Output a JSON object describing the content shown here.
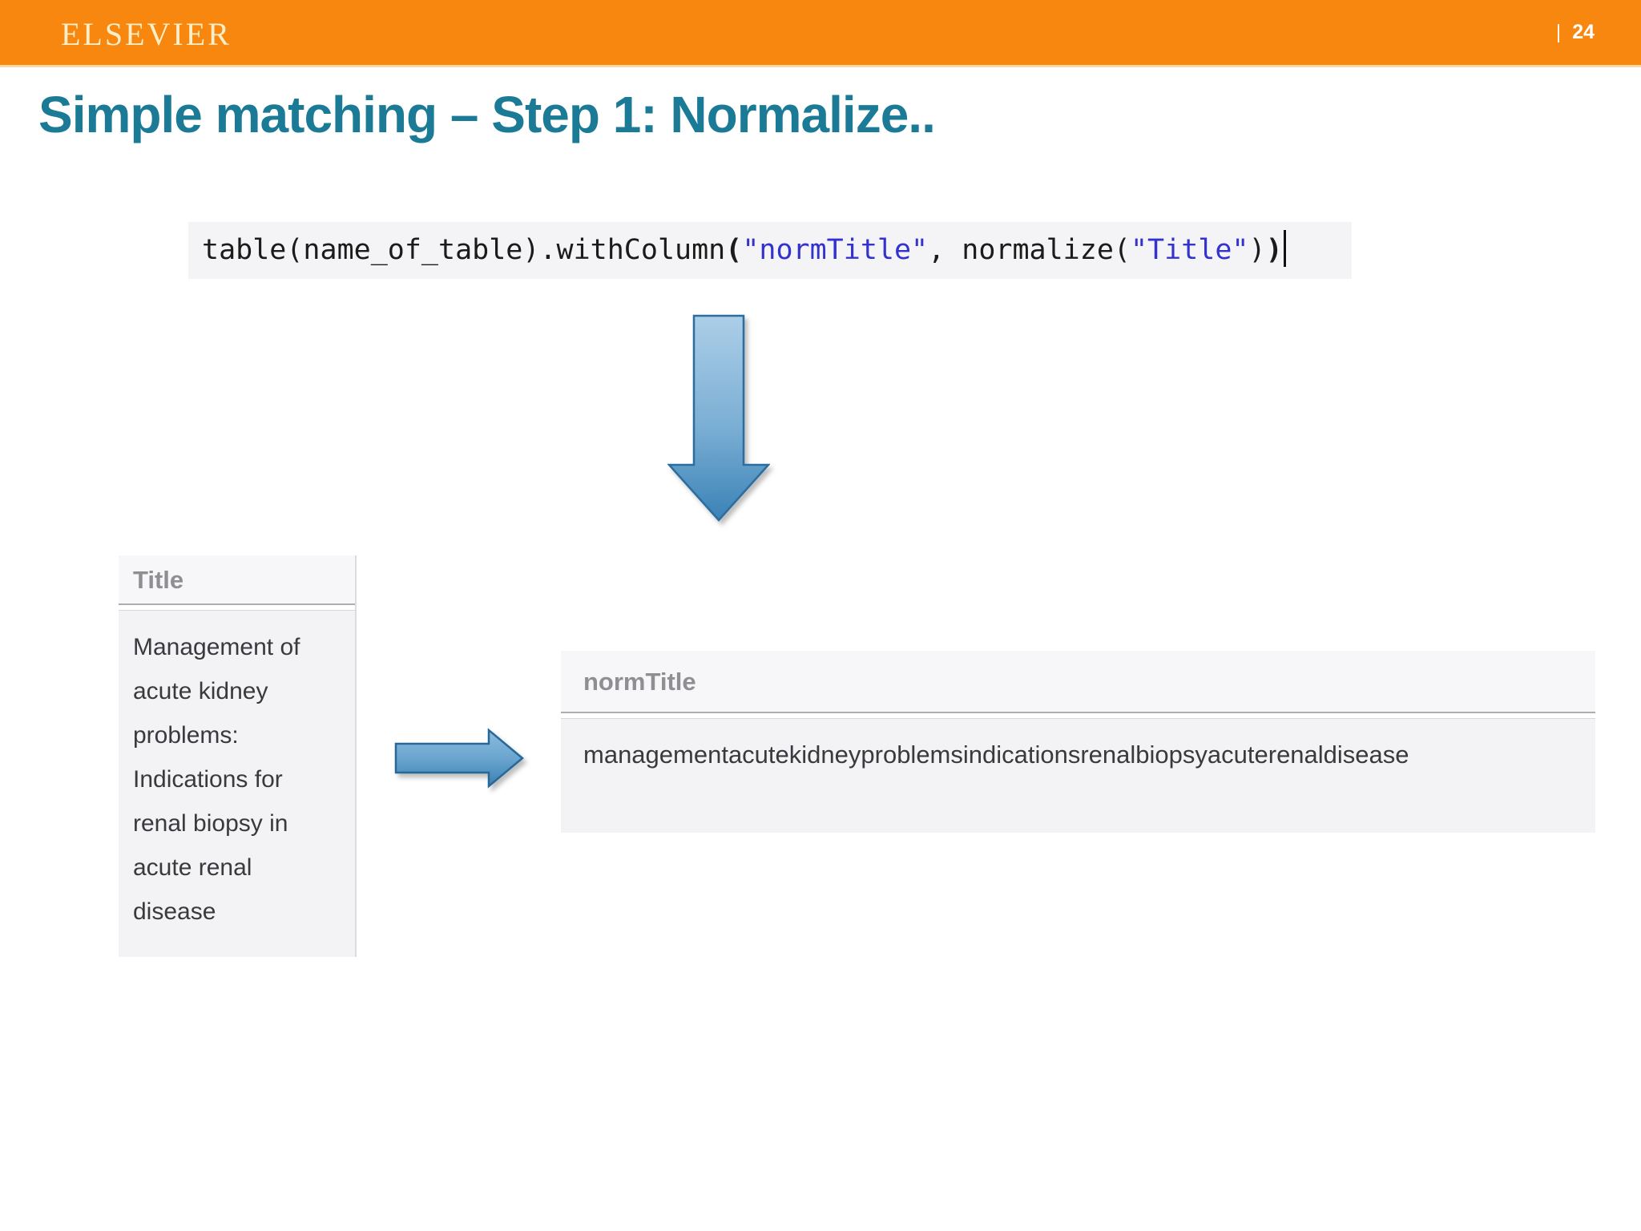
{
  "slide": {
    "logo_text": "ELSEVIER",
    "page_separator": "|",
    "page_number": "24",
    "title": "Simple matching – Step 1: Normalize.."
  },
  "code": {
    "tokens": [
      {
        "text": "table(name_of_table).withColumn",
        "style": "plain"
      },
      {
        "text": "(",
        "style": "bold"
      },
      {
        "text": "\"normTitle\"",
        "style": "string"
      },
      {
        "text": ", normalize(",
        "style": "plain"
      },
      {
        "text": "\"Title\"",
        "style": "string"
      },
      {
        "text": ")",
        "style": "plain"
      },
      {
        "text": ")",
        "style": "bold"
      }
    ]
  },
  "source_table": {
    "header": "Title",
    "value": "Management of acute kidney problems: Indications for renal biopsy in acute renal disease"
  },
  "result_table": {
    "header": "normTitle",
    "value": "managementacutekidneyproblemsindicationsrenalbiopsyacuterenaldisease"
  },
  "icons": {
    "down_arrow": "down-arrow-icon",
    "right_arrow": "right-arrow-icon"
  },
  "colors": {
    "header_orange": "#F7870E",
    "logo_cream": "#F8EFC9",
    "title_teal": "#1B7A96",
    "code_string_blue": "#3432CF",
    "arrow_blue_light": "#A9CBE7",
    "arrow_blue_dark": "#3A82B6",
    "table_header_gray": "#8E8E93"
  }
}
